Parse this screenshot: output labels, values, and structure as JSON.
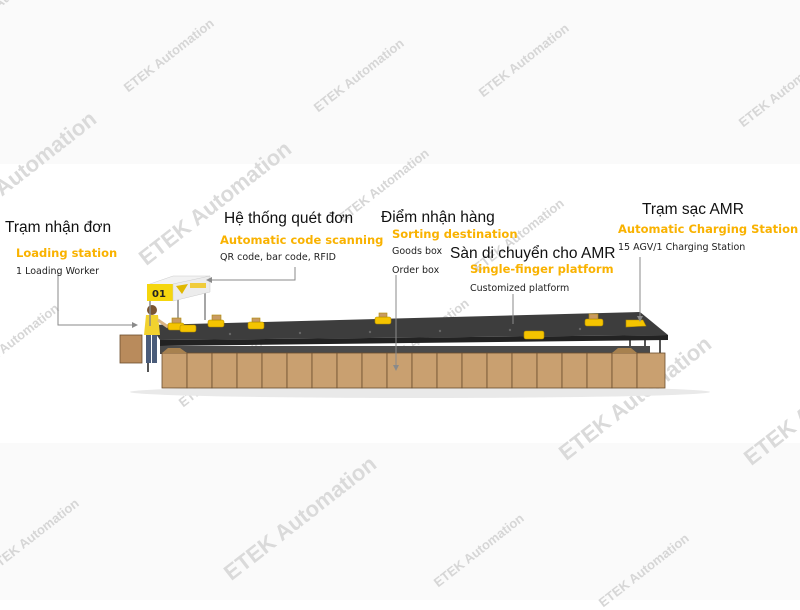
{
  "watermark_text": "ETEK Automation",
  "colors": {
    "accent_yellow": "#f9b200",
    "band_gray": "#fafafa",
    "belt_dark": "#3a3a3a",
    "box_brown": "#c9a070",
    "leader_line": "#8a8a8a"
  },
  "stations": [
    {
      "title_vi": "Trạm nhận đơn",
      "title_en": "Loading station",
      "details": [
        "1 Loading Worker"
      ]
    },
    {
      "title_vi": "Hệ thống quét đơn",
      "title_en": "Automatic code scanning",
      "details": [
        "QR code, bar code, RFID"
      ]
    },
    {
      "title_vi": "Điểm nhận hàng",
      "title_en": "Sorting destination",
      "details": [
        "Goods box",
        "Order box"
      ]
    },
    {
      "title_vi": "Sàn di chuyển cho AMR",
      "title_en": "Single-finger platform",
      "details": [
        "Customized platform"
      ]
    },
    {
      "title_vi": "Trạm sạc AMR",
      "title_en": "Automatic Charging Station",
      "details": [
        "15 AGV/1 Charging Station"
      ]
    }
  ],
  "scanner_kiosk_number": "01"
}
